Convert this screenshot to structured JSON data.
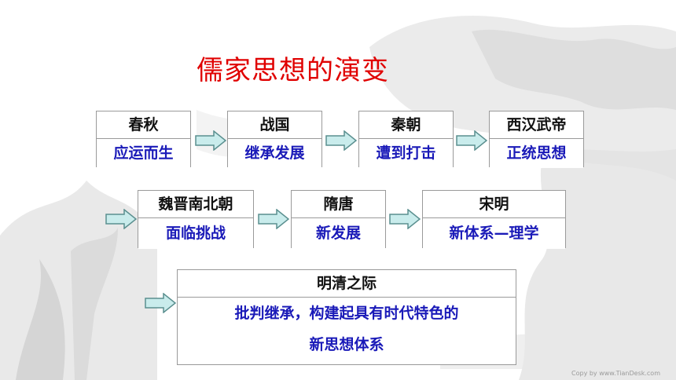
{
  "title": "儒家思想的演变",
  "stages": [
    {
      "period": "春秋",
      "trait": "应运而生"
    },
    {
      "period": "战国",
      "trait": "继承发展"
    },
    {
      "period": "秦朝",
      "trait": "遭到打击"
    },
    {
      "period": "西汉武帝",
      "trait": "正统思想"
    },
    {
      "period": "魏晋南北朝",
      "trait": "面临挑战"
    },
    {
      "period": "隋唐",
      "trait": "新发展"
    },
    {
      "period": "宋明",
      "trait": "新体系—理学"
    },
    {
      "period": "明清之际",
      "trait_line1": "批判继承，构建起具有时代特色的",
      "trait_line2": "新思想体系"
    }
  ],
  "watermark": "Copy by www.TianDesk.com",
  "colors": {
    "title": "#e00000",
    "trait": "#1a1ab8",
    "arrow_fill": "#c9ecec",
    "arrow_stroke": "#5a8f8f"
  }
}
